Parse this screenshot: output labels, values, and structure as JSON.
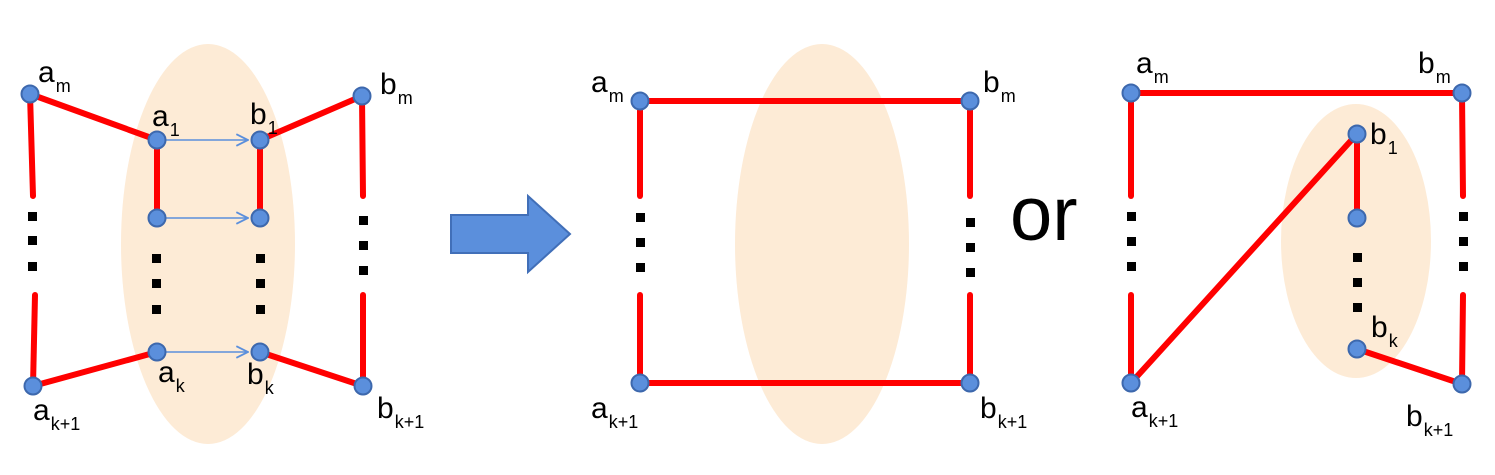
{
  "colors": {
    "edge": "#ff0000",
    "node_fill": "#5b8fdc",
    "node_stroke": "#3d68ad",
    "arrow": "#5b8fdc",
    "arrow_stroke": "#416fb8",
    "ellipse": "#fdebd6",
    "dots": "#000000"
  },
  "left": {
    "am": {
      "base": "a",
      "sub": "m"
    },
    "a1": {
      "base": "a",
      "sub": "1"
    },
    "b1": {
      "base": "b",
      "sub": "1"
    },
    "bm": {
      "base": "b",
      "sub": "m"
    },
    "ak": {
      "base": "a",
      "sub": "k"
    },
    "bk": {
      "base": "b",
      "sub": "k"
    },
    "ak1": {
      "base": "a",
      "sub": "k+1"
    },
    "bk1": {
      "base": "b",
      "sub": "k+1"
    }
  },
  "middle": {
    "am": {
      "base": "a",
      "sub": "m"
    },
    "bm": {
      "base": "b",
      "sub": "m"
    },
    "ak1": {
      "base": "a",
      "sub": "k+1"
    },
    "bk1": {
      "base": "b",
      "sub": "k+1"
    }
  },
  "or_text": "or",
  "right": {
    "am": {
      "base": "a",
      "sub": "m"
    },
    "bm": {
      "base": "b",
      "sub": "m"
    },
    "b1": {
      "base": "b",
      "sub": "1"
    },
    "bk": {
      "base": "b",
      "sub": "k"
    },
    "ak1": {
      "base": "a",
      "sub": "k+1"
    },
    "bk1": {
      "base": "b",
      "sub": "k+1"
    }
  }
}
